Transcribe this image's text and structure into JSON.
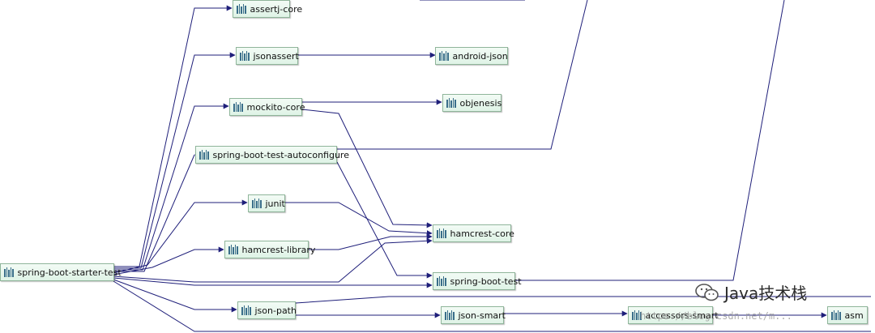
{
  "diagram": {
    "nodes": [
      {
        "id": "n0",
        "label": "spring-boot-starter-test"
      },
      {
        "id": "n1",
        "label": "assertj-core"
      },
      {
        "id": "n2",
        "label": "jsonassert"
      },
      {
        "id": "n3",
        "label": "android-json"
      },
      {
        "id": "n4",
        "label": "mockito-core"
      },
      {
        "id": "n5",
        "label": "objenesis"
      },
      {
        "id": "n6",
        "label": "spring-boot-test-autoconfigure"
      },
      {
        "id": "n7",
        "label": "junit"
      },
      {
        "id": "n8",
        "label": "hamcrest-core"
      },
      {
        "id": "n9",
        "label": "hamcrest-library"
      },
      {
        "id": "n10",
        "label": "spring-boot-test"
      },
      {
        "id": "n11",
        "label": "json-path"
      },
      {
        "id": "n12",
        "label": "json-smart"
      },
      {
        "id": "n13",
        "label": "accessors-smart"
      },
      {
        "id": "n14",
        "label": "asm"
      }
    ],
    "edges": [
      {
        "from": "spring-boot-starter-test",
        "to": "assertj-core"
      },
      {
        "from": "spring-boot-starter-test",
        "to": "jsonassert"
      },
      {
        "from": "spring-boot-starter-test",
        "to": "mockito-core"
      },
      {
        "from": "spring-boot-starter-test",
        "to": "spring-boot-test-autoconfigure"
      },
      {
        "from": "spring-boot-starter-test",
        "to": "junit"
      },
      {
        "from": "spring-boot-starter-test",
        "to": "hamcrest-library"
      },
      {
        "from": "spring-boot-starter-test",
        "to": "hamcrest-core"
      },
      {
        "from": "spring-boot-starter-test",
        "to": "spring-boot-test"
      },
      {
        "from": "spring-boot-starter-test",
        "to": "json-path"
      },
      {
        "from": "jsonassert",
        "to": "android-json"
      },
      {
        "from": "mockito-core",
        "to": "objenesis"
      },
      {
        "from": "mockito-core",
        "to": "hamcrest-core"
      },
      {
        "from": "junit",
        "to": "hamcrest-core"
      },
      {
        "from": "hamcrest-library",
        "to": "hamcrest-core"
      },
      {
        "from": "spring-boot-test-autoconfigure",
        "to": "spring-boot-test"
      },
      {
        "from": "json-path",
        "to": "json-smart"
      },
      {
        "from": "json-smart",
        "to": "accessors-smart"
      },
      {
        "from": "accessors-smart",
        "to": "asm"
      }
    ]
  },
  "watermark": {
    "text": "Java技术栈",
    "url": "https://blog.csdn.net/m..."
  },
  "colors": {
    "edge": "#1f1f7a",
    "node_border": "#8fb59a",
    "node_fill": "#e6f6ec"
  }
}
